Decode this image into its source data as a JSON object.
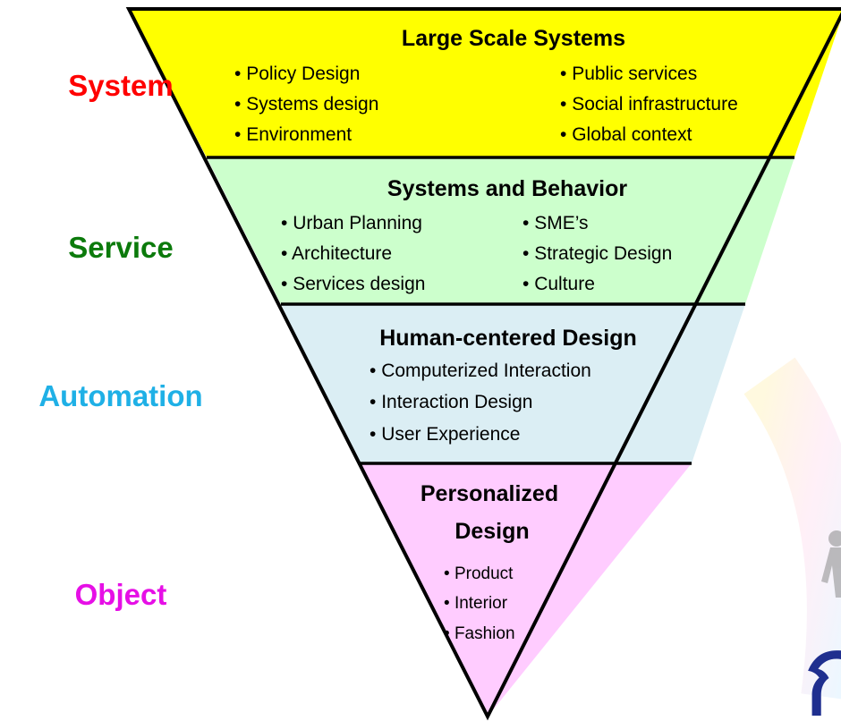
{
  "side_labels": [
    {
      "text": "System",
      "color": "#ff0000"
    },
    {
      "text": "Service",
      "color": "#0b7a0b"
    },
    {
      "text": "Automation",
      "color": "#1fb0e6"
    },
    {
      "text": "Object",
      "color": "#e60fe6"
    }
  ],
  "layers": [
    {
      "title": "Large Scale Systems",
      "fill": "#ffff00",
      "bullets_left": [
        "Policy Design",
        "Systems design",
        "Environment"
      ],
      "bullets_right": [
        "Public services",
        "Social infrastructure",
        "Global context"
      ]
    },
    {
      "title": "Systems and Behavior",
      "fill": "#ccffcc",
      "bullets_left": [
        "Urban Planning",
        "Architecture",
        "Services design"
      ],
      "bullets_right": [
        "SME’s",
        "Strategic Design",
        "Culture"
      ]
    },
    {
      "title": "Human-centered Design",
      "fill": "#dbeef4",
      "bullets": [
        "Computerized Interaction",
        "Interaction Design",
        "User Experience"
      ]
    },
    {
      "title_lines": [
        "Personalized",
        "Design"
      ],
      "fill": "#ffccff",
      "bullets": [
        "Product",
        "Interior",
        "Fashion"
      ]
    }
  ],
  "watermark_text": "ก"
}
